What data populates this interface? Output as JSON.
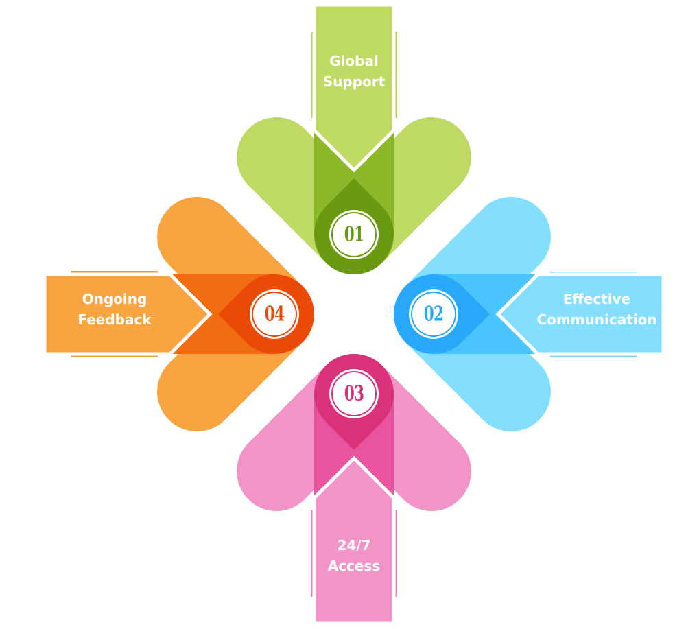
{
  "steps": [
    {
      "number": "01",
      "label_line1": "Global",
      "label_line2": "Support",
      "direction": "top",
      "colors": {
        "light": "#bfd965",
        "tab": "#b3cf5c",
        "mid": "#8db829",
        "dark": "#6a9a12"
      }
    },
    {
      "number": "02",
      "label_line1": "Effective",
      "label_line2": "Communication",
      "direction": "right",
      "colors": {
        "light": "#84dfff",
        "tab": "#78d6f6",
        "mid": "#4ac4ff",
        "dark": "#27a8f9"
      }
    },
    {
      "number": "03",
      "label_line1": "24/7",
      "label_line2": "Access",
      "direction": "bottom",
      "colors": {
        "light": "#f294c8",
        "tab": "#e884bd",
        "mid": "#e6559e",
        "dark": "#d9317a"
      }
    },
    {
      "number": "04",
      "label_line1": "Ongoing",
      "label_line2": "Feedback",
      "direction": "left",
      "colors": {
        "light": "#f8a541",
        "tab": "#eea040",
        "mid": "#f06c12",
        "dark": "#ea4a06"
      }
    }
  ]
}
